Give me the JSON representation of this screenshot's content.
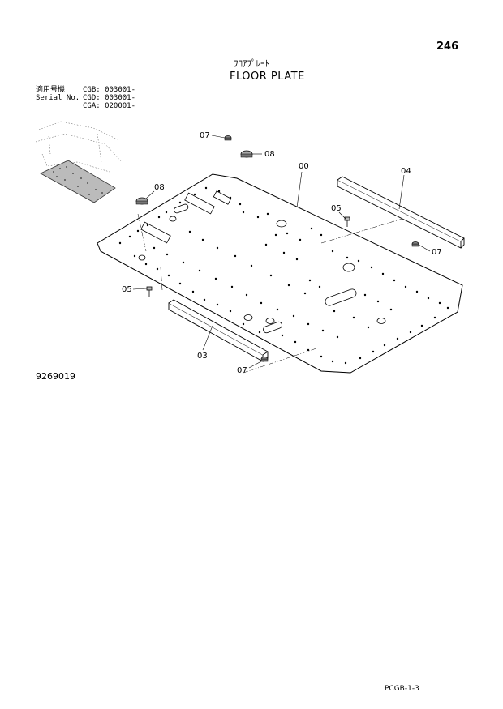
{
  "page_number": "246",
  "title_jp": "ﾌﾛｱﾌﾟﾚｰﾄ",
  "title_en": "FLOOR PLATE",
  "serial": {
    "label_jp": "適用号機",
    "label_en": "Serial No.",
    "entries": [
      "CGB: 003001-",
      "CGD: 003001-",
      "CGA: 020001-"
    ]
  },
  "callouts": {
    "c07_top": "07",
    "c08_top": "08",
    "c00": "00",
    "c04": "04",
    "c08_left": "08",
    "c05_right": "05",
    "c07_right": "07",
    "c05_left": "05",
    "c03": "03",
    "c07_bottom": "07"
  },
  "drawing_code": "9269019",
  "doc_code": "PCGB-1-3"
}
